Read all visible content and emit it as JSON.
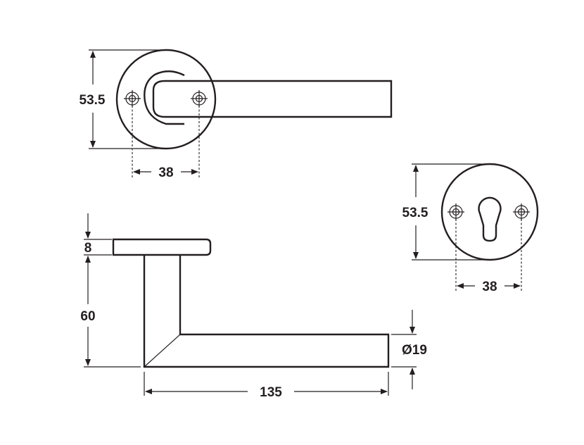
{
  "top_view": {
    "rose_diameter_label": "53.5",
    "screw_spacing_label": "38"
  },
  "escutcheon_view": {
    "diameter_label": "53.5",
    "screw_spacing_label": "38"
  },
  "side_view": {
    "rose_thickness_label": "8",
    "projection_label": "60",
    "lever_diameter_label": "Ø19",
    "lever_length_label": "135"
  }
}
